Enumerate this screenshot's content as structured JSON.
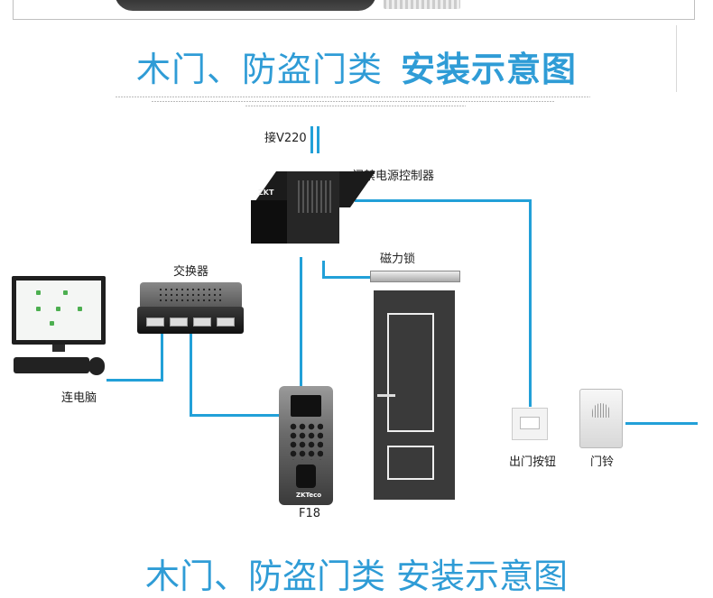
{
  "title": {
    "light": "木门、防盗门类",
    "bold": "安装示意图"
  },
  "labels": {
    "power_input": "接V220",
    "controller": "门禁电源控制器",
    "switch": "交换器",
    "maglock": "磁力锁",
    "computer": "连电脑",
    "reader": "F18",
    "exit_button": "出门按钮",
    "doorbell": "门铃"
  },
  "device_text": {
    "controller_brand": "ZKT",
    "reader_brand": "ZKTeco"
  },
  "bottom_partial": "木门、防盗门类 安装示意图",
  "colors": {
    "accent": "#2f9cd6",
    "wire": "#22a0d8"
  }
}
